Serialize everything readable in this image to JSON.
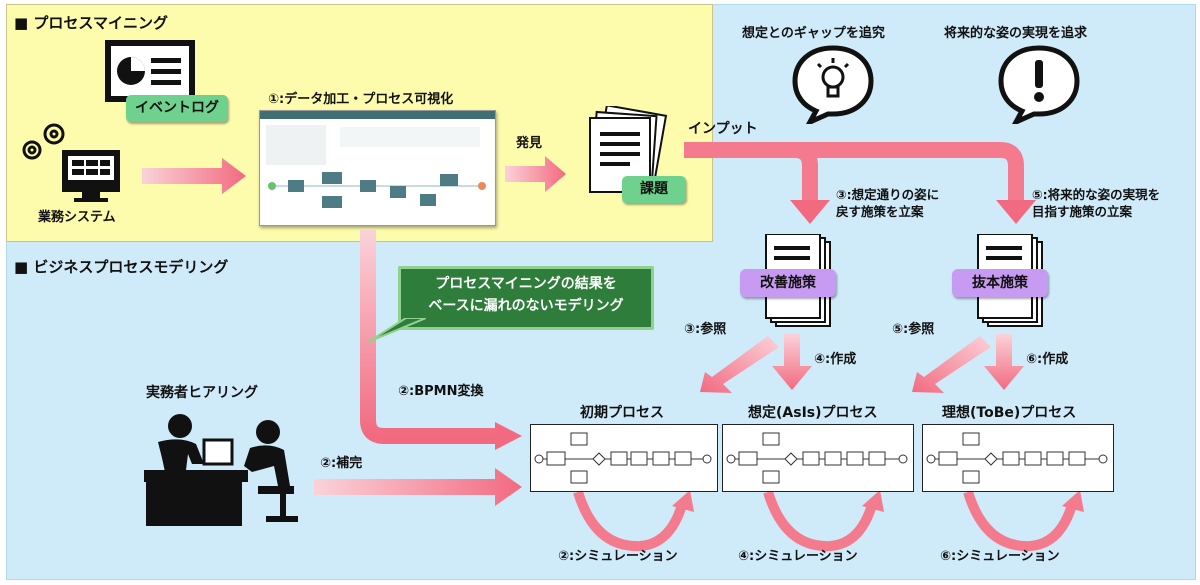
{
  "sections": {
    "process_mining": "■ プロセスマイニング",
    "business_modeling": "■ ビジネスプロセスモデリング"
  },
  "sources": {
    "event_log": "イベントログ",
    "business_system": "業務システム",
    "practitioner_hearing": "実務者ヒアリング"
  },
  "steps": {
    "step1": "①:データ加工・プロセス可視化",
    "discovery": "発見",
    "issue": "課題",
    "input": "インプット",
    "bpmn_convert": "②:BPMN変換",
    "supplement": "②:補完",
    "step3_plan": "③:想定通りの姿に\n戻す施策を立案",
    "step5_plan": "⑤:将来的な姿の実現を\n目指す施策の立案",
    "ref3": "③:参照",
    "create4": "④:作成",
    "ref5": "⑤:参照",
    "create6": "⑥:作成",
    "sim2": "②:シミュレーション",
    "sim4": "④:シミュレーション",
    "sim6": "⑥:シミュレーション"
  },
  "goals": {
    "gap": "想定とのギャップを追究",
    "future": "将来的な姿の実現を追求"
  },
  "measures": {
    "improvement": "改善施策",
    "radical": "抜本施策"
  },
  "callout": "プロセスマイニングの結果を\nベースに漏れのないモデリング",
  "processes": {
    "initial": "初期プロセス",
    "asis": "想定(AsIs)プロセス",
    "tobe": "理想(ToBe)プロセス"
  },
  "colors": {
    "yellow_bg": "#fdfbac",
    "blue_bg": "#cfeaf9",
    "arrow": "#f47a8d",
    "purple": "#c79bf2",
    "green_badge": "#6fd18e",
    "callout": "#2e7d3a"
  }
}
